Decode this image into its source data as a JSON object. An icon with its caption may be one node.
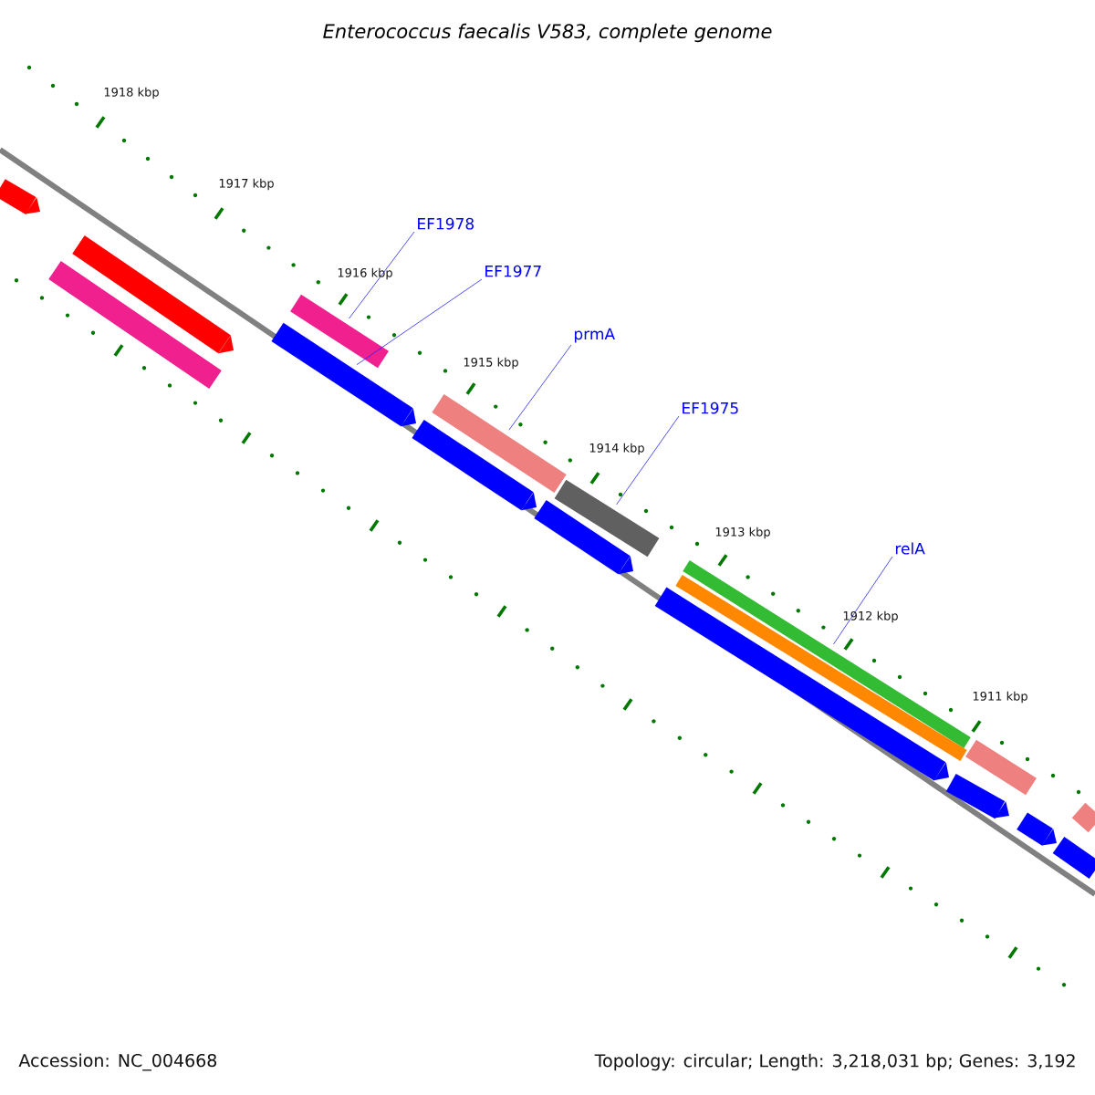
{
  "diagram": {
    "title": "Enterococcus faecalis V583, complete genome",
    "nodes": [
      {
        "text": [],
        "shape": "bar"
      },
      {
        "text": [],
        "shape": "bar"
      },
      {
        "text": [],
        "shape": "bar"
      },
      {
        "text": [
          "EF1978"
        ]
      },
      {
        "text": [],
        "shape": "bar"
      },
      {
        "text": [
          "EF1977"
        ]
      },
      {
        "text": [],
        "shape": "bar"
      },
      {
        "text": [
          "prmA"
        ]
      },
      {
        "text": [],
        "shape": "bar"
      },
      {
        "text": [],
        "shape": "bar"
      },
      {
        "text": [
          "EF1975"
        ]
      },
      {
        "text": [],
        "shape": "bar"
      },
      {
        "text": [],
        "shape": "bar"
      },
      {
        "text": [
          "relA"
        ]
      },
      {
        "text": [],
        "shape": "bar"
      },
      {
        "text": [],
        "shape": "bar"
      },
      {
        "text": [],
        "shape": "bar"
      },
      {
        "text": [],
        "shape": "bar"
      },
      {
        "text": [],
        "shape": "bar"
      },
      {
        "text": [],
        "shape": "bar"
      },
      {
        "text": [],
        "shape": "bar"
      },
      {
        "text": [],
        "shape": "bar"
      }
    ],
    "edges": [
      {
        "from": 3,
        "to": 4,
        "arrow": "none"
      },
      {
        "from": 5,
        "to": 6,
        "arrow": "none"
      },
      {
        "from": 7,
        "to": 8,
        "arrow": "none"
      },
      {
        "from": 10,
        "to": 11,
        "arrow": "none"
      },
      {
        "from": 13,
        "to": 14,
        "arrow": "none"
      }
    ],
    "labels": [
      "1918 kbp",
      "1917 kbp",
      "1916 kbp",
      "1915 kbp",
      "1914 kbp",
      "1913 kbp",
      "1912 kbp",
      "1911 kbp",
      "Accession: NC_004668",
      "Topology: circular; Length: 3,218,031 bp; Genes: 3,192"
    ]
  }
}
